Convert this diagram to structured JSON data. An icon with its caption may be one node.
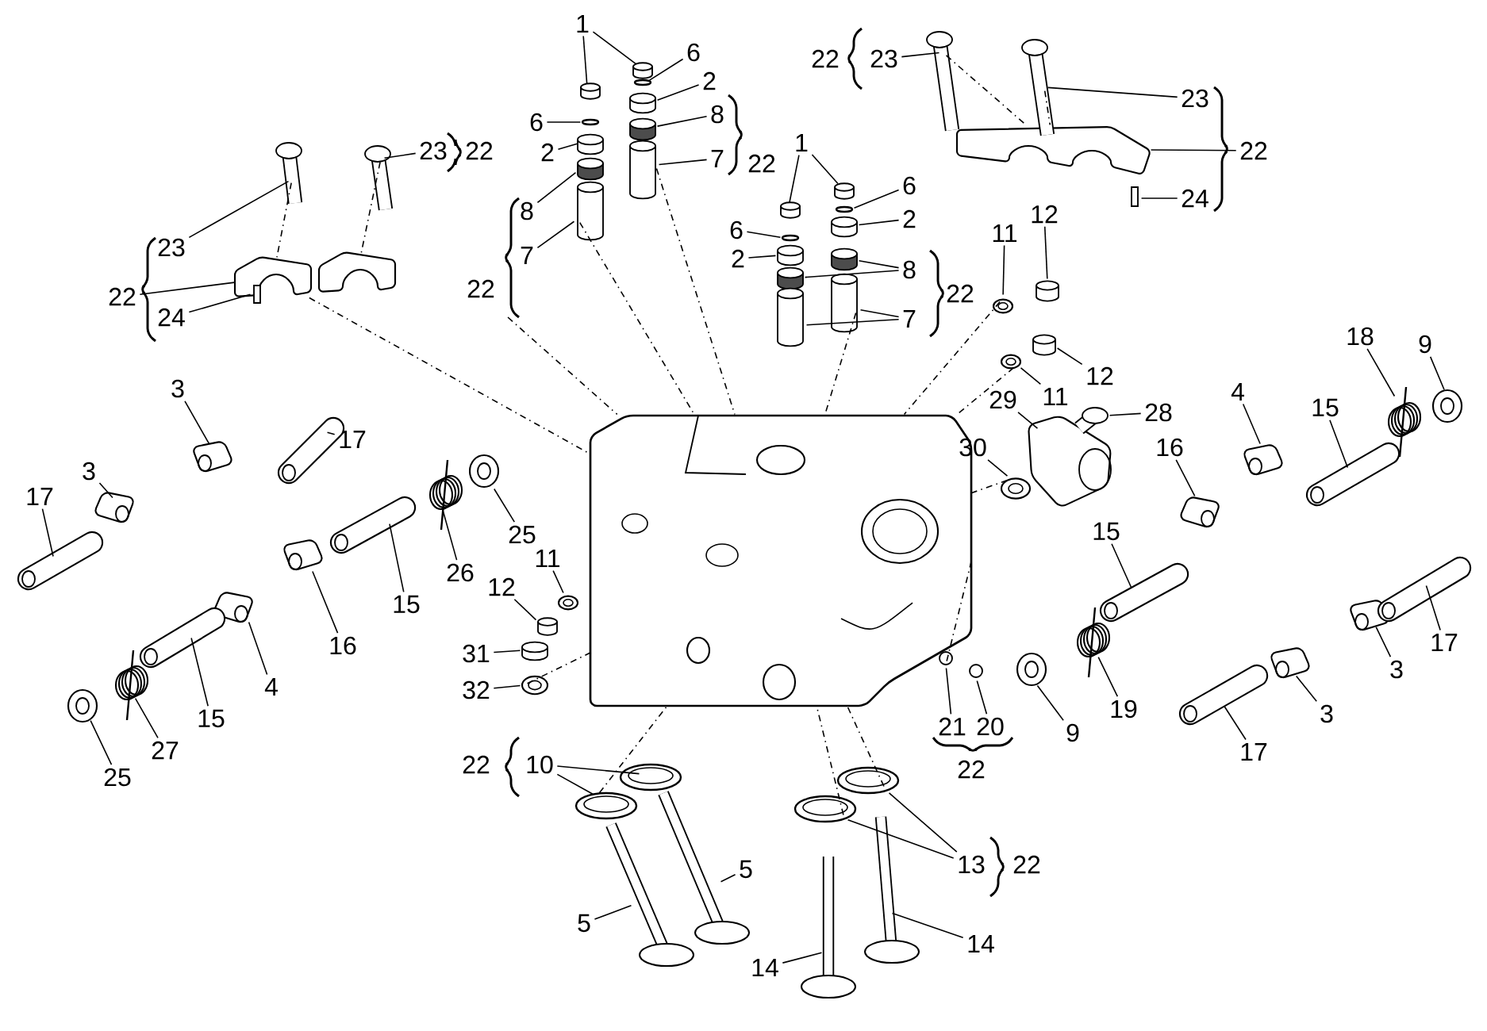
{
  "diagram": {
    "nodes": [
      {
        "text": [
          "23"
        ]
      },
      {
        "text": [
          "24"
        ]
      },
      {
        "text": [
          "23"
        ]
      },
      {
        "text": [
          "1"
        ]
      },
      {
        "text": [
          "6"
        ]
      },
      {
        "text": [
          "2"
        ]
      },
      {
        "text": [
          "6"
        ]
      },
      {
        "text": [
          "8"
        ]
      },
      {
        "text": [
          "2"
        ]
      },
      {
        "text": [
          "7"
        ]
      },
      {
        "text": [
          "8"
        ]
      },
      {
        "text": [
          "7"
        ]
      },
      {
        "text": [
          "1"
        ]
      },
      {
        "text": [
          "6"
        ]
      },
      {
        "text": [
          "2"
        ]
      },
      {
        "text": [
          "6"
        ]
      },
      {
        "text": [
          "2"
        ]
      },
      {
        "text": [
          "8"
        ]
      },
      {
        "text": [
          "7"
        ]
      },
      {
        "text": [
          "23"
        ]
      },
      {
        "text": [
          "23"
        ]
      },
      {
        "text": [
          "24"
        ]
      },
      {
        "text": [
          "11"
        ]
      },
      {
        "text": [
          "12"
        ]
      },
      {
        "text": [
          "18"
        ]
      },
      {
        "text": [
          "9"
        ]
      },
      {
        "text": [
          "12"
        ]
      },
      {
        "text": [
          "11"
        ]
      },
      {
        "text": [
          "4"
        ]
      },
      {
        "text": [
          "29"
        ]
      },
      {
        "text": [
          "15"
        ]
      },
      {
        "text": [
          "28"
        ]
      },
      {
        "text": [
          "30"
        ]
      },
      {
        "text": [
          "16"
        ]
      },
      {
        "text": [
          "15"
        ]
      },
      {
        "text": [
          "19"
        ]
      },
      {
        "text": [
          "9"
        ]
      },
      {
        "text": [
          "17"
        ]
      },
      {
        "text": [
          "3"
        ]
      },
      {
        "text": [
          "3"
        ]
      },
      {
        "text": [
          "17"
        ]
      },
      {
        "text": [
          "21"
        ]
      },
      {
        "text": [
          "20"
        ]
      },
      {
        "text": [
          "13"
        ]
      },
      {
        "text": [
          "14"
        ]
      },
      {
        "text": [
          "14"
        ]
      },
      {
        "text": [
          "3"
        ]
      },
      {
        "text": [
          "17"
        ]
      },
      {
        "text": [
          "3"
        ]
      },
      {
        "text": [
          "17"
        ]
      },
      {
        "text": [
          "25"
        ]
      },
      {
        "text": [
          "26"
        ]
      },
      {
        "text": [
          "11"
        ]
      },
      {
        "text": [
          "15"
        ]
      },
      {
        "text": [
          "16"
        ]
      },
      {
        "text": [
          "12"
        ]
      },
      {
        "text": [
          "31"
        ]
      },
      {
        "text": [
          "4"
        ]
      },
      {
        "text": [
          "32"
        ]
      },
      {
        "text": [
          "15"
        ]
      },
      {
        "text": [
          "27"
        ]
      },
      {
        "text": [
          "25"
        ]
      },
      {
        "text": [
          "10"
        ]
      },
      {
        "text": [
          "5"
        ]
      },
      {
        "text": [
          "5"
        ]
      },
      {
        "text": [],
        "shape": "bolt"
      },
      {
        "text": [],
        "shape": "box"
      },
      {
        "text": [],
        "shape": "bolt"
      },
      {
        "text": [],
        "shape": "cylinder"
      },
      {
        "text": [],
        "shape": "cylinder"
      },
      {
        "text": [],
        "shape": "circle"
      },
      {
        "text": [],
        "shape": "cylinder"
      },
      {
        "text": [],
        "shape": "circle"
      },
      {
        "text": [],
        "shape": "cylinder"
      },
      {
        "text": [],
        "shape": "cylinder"
      },
      {
        "text": [],
        "shape": "cylinder"
      },
      {
        "text": [],
        "shape": "cylinder"
      },
      {
        "text": [],
        "shape": "cylinder"
      },
      {
        "text": [],
        "shape": "cylinder"
      },
      {
        "text": [],
        "shape": "cylinder"
      },
      {
        "text": [],
        "shape": "circle"
      },
      {
        "text": [],
        "shape": "cylinder"
      },
      {
        "text": [],
        "shape": "circle"
      },
      {
        "text": [],
        "shape": "cylinder"
      },
      {
        "text": [],
        "shape": "cylinder"
      },
      {
        "text": [],
        "shape": "cylinder"
      },
      {
        "text": [],
        "shape": "cylinder"
      },
      {
        "text": [],
        "shape": "cylinder"
      },
      {
        "text": [],
        "shape": "bolt"
      },
      {
        "text": [],
        "shape": "bolt"
      },
      {
        "text": [],
        "shape": "box"
      },
      {
        "text": [],
        "shape": "circle"
      },
      {
        "text": [],
        "shape": "cylinder"
      },
      {
        "text": [],
        "shape": "spring"
      },
      {
        "text": [],
        "shape": "circle"
      },
      {
        "text": [],
        "shape": "cylinder"
      },
      {
        "text": [],
        "shape": "circle"
      },
      {
        "text": [],
        "shape": "picture"
      },
      {
        "text": [],
        "shape": "picture"
      },
      {
        "text": [],
        "shape": "cylinder"
      },
      {
        "text": [],
        "shape": "bolt"
      },
      {
        "text": [],
        "shape": "circle"
      },
      {
        "text": [],
        "shape": "picture"
      },
      {
        "text": [],
        "shape": "cylinder"
      },
      {
        "text": [],
        "shape": "spring"
      },
      {
        "text": [],
        "shape": "circle"
      },
      {
        "text": [],
        "shape": "cylinder"
      },
      {
        "text": [],
        "shape": "picture"
      },
      {
        "text": [],
        "shape": "picture"
      },
      {
        "text": [],
        "shape": "cylinder"
      },
      {
        "text": [],
        "shape": "circle"
      },
      {
        "text": [],
        "shape": "circle"
      },
      {
        "text": [],
        "shape": "circle"
      },
      {
        "text": [],
        "shape": "circle"
      },
      {
        "text": [],
        "shape": "valve"
      },
      {
        "text": [],
        "shape": "valve"
      },
      {
        "text": [],
        "shape": "picture"
      },
      {
        "text": [],
        "shape": "cylinder"
      },
      {
        "text": [],
        "shape": "picture"
      },
      {
        "text": [],
        "shape": "cylinder"
      },
      {
        "text": [],
        "shape": "circle"
      },
      {
        "text": [],
        "shape": "spring"
      },
      {
        "text": [],
        "shape": "circle"
      },
      {
        "text": [],
        "shape": "cylinder"
      },
      {
        "text": [],
        "shape": "picture"
      },
      {
        "text": [],
        "shape": "cylinder"
      },
      {
        "text": [],
        "shape": "cylinder"
      },
      {
        "text": [],
        "shape": "picture"
      },
      {
        "text": [],
        "shape": "circle"
      },
      {
        "text": [],
        "shape": "cylinder"
      },
      {
        "text": [],
        "shape": "spring"
      },
      {
        "text": [],
        "shape": "circle"
      },
      {
        "text": [],
        "shape": "circle"
      },
      {
        "text": [],
        "shape": "circle"
      },
      {
        "text": [],
        "shape": "valve"
      },
      {
        "text": [],
        "shape": "valve"
      },
      {
        "text": [],
        "shape": "picture"
      },
      {
        "text": [],
        "shape": "picture"
      },
      {
        "text": [],
        "shape": "picture"
      },
      {
        "text": [],
        "shape": "picture"
      },
      {
        "text": [
          "22"
        ]
      },
      {
        "text": [
          "22"
        ]
      }
    ],
    "edges": [
      {
        "from": 0,
        "to": 65,
        "arrow": "none"
      },
      {
        "from": 1,
        "to": 66,
        "arrow": "none"
      },
      {
        "from": 2,
        "to": 67,
        "arrow": "none"
      },
      {
        "from": 3,
        "to": 68,
        "arrow": "none"
      },
      {
        "from": 3,
        "to": 69,
        "arrow": "none"
      },
      {
        "from": 4,
        "to": 70,
        "arrow": "none"
      },
      {
        "from": 5,
        "to": 71,
        "arrow": "none"
      },
      {
        "from": 6,
        "to": 72,
        "arrow": "none"
      },
      {
        "from": 7,
        "to": 73,
        "arrow": "none"
      },
      {
        "from": 8,
        "to": 74,
        "arrow": "none"
      },
      {
        "from": 9,
        "to": 75,
        "arrow": "none"
      },
      {
        "from": 10,
        "to": 76,
        "arrow": "none"
      },
      {
        "from": 11,
        "to": 77,
        "arrow": "none"
      },
      {
        "from": 12,
        "to": 78,
        "arrow": "none"
      },
      {
        "from": 12,
        "to": 79,
        "arrow": "none"
      },
      {
        "from": 13,
        "to": 80,
        "arrow": "none"
      },
      {
        "from": 14,
        "to": 81,
        "arrow": "none"
      },
      {
        "from": 15,
        "to": 82,
        "arrow": "none"
      },
      {
        "from": 16,
        "to": 83,
        "arrow": "none"
      },
      {
        "from": 17,
        "to": 84,
        "arrow": "none"
      },
      {
        "from": 17,
        "to": 85,
        "arrow": "none"
      },
      {
        "from": 18,
        "to": 86,
        "arrow": "none"
      },
      {
        "from": 18,
        "to": 87,
        "arrow": "none"
      },
      {
        "from": 19,
        "to": 88,
        "arrow": "none"
      },
      {
        "from": 20,
        "to": 89,
        "arrow": "none"
      },
      {
        "from": 21,
        "to": 90,
        "arrow": "none"
      },
      {
        "from": 22,
        "to": 91,
        "arrow": "none"
      },
      {
        "from": 23,
        "to": 92,
        "arrow": "none"
      },
      {
        "from": 24,
        "to": 93,
        "arrow": "none"
      },
      {
        "from": 25,
        "to": 94,
        "arrow": "none"
      },
      {
        "from": 26,
        "to": 95,
        "arrow": "none"
      },
      {
        "from": 27,
        "to": 96,
        "arrow": "none"
      },
      {
        "from": 28,
        "to": 97,
        "arrow": "none"
      },
      {
        "from": 29,
        "to": 98,
        "arrow": "none"
      },
      {
        "from": 30,
        "to": 99,
        "arrow": "none"
      },
      {
        "from": 31,
        "to": 100,
        "arrow": "none"
      },
      {
        "from": 32,
        "to": 101,
        "arrow": "none"
      },
      {
        "from": 33,
        "to": 102,
        "arrow": "none"
      },
      {
        "from": 34,
        "to": 103,
        "arrow": "none"
      },
      {
        "from": 35,
        "to": 104,
        "arrow": "none"
      },
      {
        "from": 36,
        "to": 105,
        "arrow": "none"
      },
      {
        "from": 37,
        "to": 106,
        "arrow": "none"
      },
      {
        "from": 38,
        "to": 107,
        "arrow": "none"
      },
      {
        "from": 39,
        "to": 108,
        "arrow": "none"
      },
      {
        "from": 40,
        "to": 109,
        "arrow": "none"
      },
      {
        "from": 41,
        "to": 110,
        "arrow": "none"
      },
      {
        "from": 42,
        "to": 111,
        "arrow": "none"
      },
      {
        "from": 43,
        "to": 112,
        "arrow": "none"
      },
      {
        "from": 43,
        "to": 113,
        "arrow": "none"
      },
      {
        "from": 44,
        "to": 114,
        "arrow": "none"
      },
      {
        "from": 45,
        "to": 115,
        "arrow": "none"
      },
      {
        "from": 46,
        "to": 116,
        "arrow": "none"
      },
      {
        "from": 47,
        "to": 117,
        "arrow": "none"
      },
      {
        "from": 48,
        "to": 118,
        "arrow": "none"
      },
      {
        "from": 49,
        "to": 119,
        "arrow": "none"
      },
      {
        "from": 50,
        "to": 120,
        "arrow": "none"
      },
      {
        "from": 51,
        "to": 121,
        "arrow": "none"
      },
      {
        "from": 52,
        "to": 122,
        "arrow": "none"
      },
      {
        "from": 53,
        "to": 123,
        "arrow": "none"
      },
      {
        "from": 54,
        "to": 124,
        "arrow": "none"
      },
      {
        "from": 55,
        "to": 125,
        "arrow": "none"
      },
      {
        "from": 56,
        "to": 126,
        "arrow": "none"
      },
      {
        "from": 57,
        "to": 127,
        "arrow": "none"
      },
      {
        "from": 58,
        "to": 128,
        "arrow": "none"
      },
      {
        "from": 59,
        "to": 129,
        "arrow": "none"
      },
      {
        "from": 60,
        "to": 130,
        "arrow": "none"
      },
      {
        "from": 61,
        "to": 131,
        "arrow": "none"
      },
      {
        "from": 62,
        "to": 132,
        "arrow": "none"
      },
      {
        "from": 62,
        "to": 133,
        "arrow": "none"
      },
      {
        "from": 63,
        "to": 134,
        "arrow": "none"
      },
      {
        "from": 64,
        "to": 135,
        "arrow": "none"
      },
      {
        "from": 65,
        "to": 137,
        "arrow": "none",
        "style": "dashed"
      },
      {
        "from": 67,
        "to": 138,
        "arrow": "none",
        "style": "dashed"
      },
      {
        "from": 137,
        "to": 136,
        "arrow": "none",
        "style": "dashed"
      },
      {
        "from": 77,
        "to": 136,
        "arrow": "none",
        "style": "dashed"
      },
      {
        "from": 75,
        "to": 136,
        "arrow": "none",
        "style": "dashed"
      },
      {
        "from": null,
        "to": 136,
        "arrow": "none",
        "style": "dashed"
      },
      {
        "from": 87,
        "to": 136,
        "arrow": "none",
        "style": "dashed"
      },
      {
        "from": 91,
        "to": 136,
        "arrow": "none",
        "style": "dashed"
      },
      {
        "from": 96,
        "to": 136,
        "arrow": "none",
        "style": "dashed"
      },
      {
        "from": 101,
        "to": 136,
        "arrow": "none",
        "style": "dashed"
      },
      {
        "from": 110,
        "to": 136,
        "arrow": "none",
        "style": "dashed"
      },
      {
        "from": 128,
        "to": 136,
        "arrow": "none",
        "style": "dashed"
      },
      {
        "from": 132,
        "to": 136,
        "arrow": "none",
        "style": "dashed"
      },
      {
        "from": 112,
        "to": 136,
        "arrow": "none",
        "style": "dashed"
      },
      {
        "from": 113,
        "to": 136,
        "arrow": "none",
        "style": "dashed"
      },
      {
        "from": 88,
        "to": 139,
        "arrow": "none",
        "style": "dashed"
      },
      {
        "from": 89,
        "to": 139,
        "arrow": "none",
        "style": "dashed"
      },
      {
        "from": 140,
        "to": 137,
        "arrow": "none"
      },
      {
        "from": 141,
        "to": 139,
        "arrow": "none"
      }
    ],
    "labels": [
      "22",
      "22",
      "22",
      "22",
      "22",
      "22",
      "22",
      "22"
    ]
  }
}
